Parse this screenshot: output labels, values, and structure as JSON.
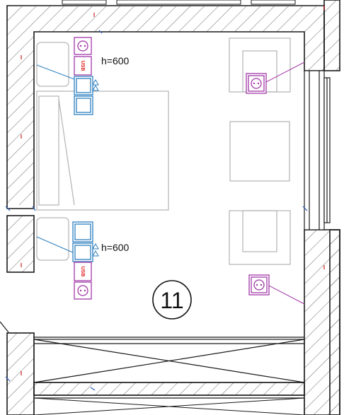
{
  "plan": {
    "room_number": "11",
    "annotations": {
      "height_top": "h=600",
      "height_bottom": "h=600"
    },
    "socket_labels": {
      "usb_top": "USB",
      "usb_bottom": "USB"
    },
    "colors": {
      "wall_line": "#1a1a1a",
      "hatch": "#555555",
      "furniture": "#b8b8b8",
      "socket": "#a238a8",
      "switch": "#2d7fbf",
      "usb_text": "#e02020",
      "marker": "#cc2222"
    },
    "icons": {
      "socket": "power-socket-icon",
      "usb": "usb-socket-icon",
      "switch": "light-switch-icon",
      "triangle": "height-marker-triangle-icon"
    }
  }
}
